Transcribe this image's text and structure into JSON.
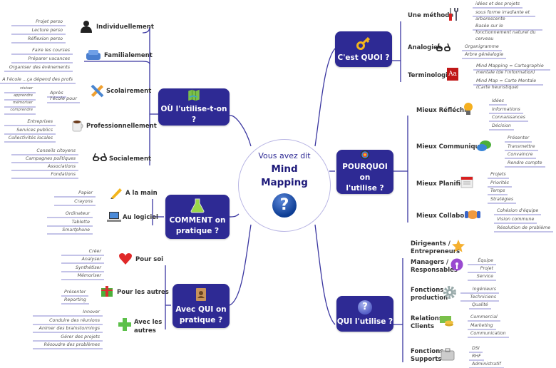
{
  "center": {
    "subtitle": "Vous avez dit",
    "title_line1": "Mind",
    "title_line2": "Mapping",
    "icon": "question-icon"
  },
  "colors": {
    "node_bg": "#2e2a94",
    "line": "#3a36a0",
    "leaf_line": "#8a87d0",
    "center_text": "#1e1a7a"
  },
  "nodes": {
    "ou": {
      "label": "OÙ l'utilise-t-on ?",
      "icon": "map-icon",
      "branches": [
        {
          "label": "Individuellement",
          "icon": "person-icon",
          "leaves": [
            "Projet perso",
            "Lecture perso",
            "Réflexion perso"
          ]
        },
        {
          "label": "Familialement",
          "icon": "sofa-icon",
          "leaves": [
            "Faire les courses",
            "Préparer vacances",
            "Organiser des événements"
          ]
        },
        {
          "label": "Scolairement",
          "icon": "pencil-ruler-icon",
          "leaves": [
            "A l'école ...ça dépend des profs"
          ],
          "sub": {
            "label_line1": "Après",
            "label_line2": "l'école pour",
            "leaves": [
              "réviser",
              "apprendre",
              "mémoriser",
              "comprendre"
            ]
          }
        },
        {
          "label": "Professionnellement",
          "icon": "coffee-cup-icon",
          "leaves": [
            "Entreprises",
            "Services publics",
            "Collectivités locales"
          ]
        },
        {
          "label": "Socialement",
          "icon": "glasses-icon",
          "leaves": [
            "Conseils citoyens",
            "Campagnes politiques",
            "Associations",
            "Fondations"
          ]
        }
      ]
    },
    "comment": {
      "label_line1": "COMMENT on",
      "label_line2": "pratique ?",
      "icon": "flask-icon",
      "branches": [
        {
          "label": "A la main",
          "icon": "pencil-icon",
          "leaves": [
            "Papier",
            "Crayons"
          ]
        },
        {
          "label": "Au logiciel",
          "icon": "laptop-icon",
          "leaves": [
            "Ordinateur",
            "Tablette",
            "Smartphone"
          ]
        }
      ]
    },
    "avecqui": {
      "label_line1": "Avec QUI on",
      "label_line2": "pratique ?",
      "icon": "address-book-icon",
      "branches": [
        {
          "label": "Pour soi",
          "icon": "heart-icon",
          "leaves": [
            "Créer",
            "Analyser",
            "Synthétiser",
            "Mémoriser"
          ]
        },
        {
          "label": "Pour les autres",
          "icon": "gift-icon",
          "leaves": [
            "Présenter",
            "Reporting"
          ]
        },
        {
          "label_line1": "Avec les",
          "label_line2": "autres",
          "icon": "plus-icon",
          "leaves": [
            "Innover",
            "Conduire des réunions",
            "Animer des brainstormings",
            "Gérer des projets",
            "Résoudre des problèmes"
          ]
        }
      ]
    },
    "quoi": {
      "label": "C'est QUOI ?",
      "icon": "key-icon",
      "branches": [
        {
          "label": "Une méthode",
          "icon": "tools-icon",
          "leaves": [
            "idées et des projets",
            "sous forme irradiante et arborescente",
            "Basée sur le fonctionnement naturel du cerveau"
          ]
        },
        {
          "label": "Analogies",
          "icon": "glasses-icon",
          "leaves": [
            "Organigramme",
            "Arbre généalogie"
          ]
        },
        {
          "label": "Terminologie",
          "icon": "dictionary-icon",
          "leaves": [
            "Mind Mapping = Cartographie mentale (de l'information)",
            "Mind Map = Carte Mentale (Carte heuristique)"
          ]
        }
      ]
    },
    "pourquoi": {
      "label_line1": "POURQUOI on",
      "label_line2": "l'utilise ?",
      "icon": "target-icon",
      "branches": [
        {
          "label": "Mieux Réfléchir",
          "icon": "lightbulb-icon",
          "leaves": [
            "Idées",
            "Informations",
            "Connaissances",
            "Décision"
          ]
        },
        {
          "label": "Mieux Communiquer",
          "icon": "chat-bubbles-icon",
          "leaves": [
            "Présenter",
            "Transmettre",
            "Convaincre",
            "Rendre compte"
          ]
        },
        {
          "label": "Mieux Planifier",
          "icon": "calendar-icon",
          "leaves": [
            "Projets",
            "Priorités",
            "Temps",
            "Stratégies"
          ]
        },
        {
          "label": "Mieux Collaborer",
          "icon": "handshake-icon",
          "leaves": [
            "Cohésion d'équipe",
            "Vision commune",
            "Résolution de problème"
          ]
        }
      ]
    },
    "qui": {
      "label": "QUI l'utilise ?",
      "icon": "question-icon",
      "branches": [
        {
          "label_line1": "Dirigeants /",
          "label_line2": "Entrepreneurs",
          "icon": "star-icon",
          "leaves": []
        },
        {
          "label_line1": "Managers /",
          "label_line2": "Responsables",
          "icon": "podcast-icon",
          "leaves": [
            "Équipe",
            "Projet",
            "Service"
          ]
        },
        {
          "label_line1": "Fonctions",
          "label_line2": "production",
          "icon": "gear-icon",
          "leaves": [
            "Ingénieurs",
            "Techniciens",
            "Qualité"
          ]
        },
        {
          "label_line1": "Relations",
          "label_line2": "Clients",
          "icon": "money-icon",
          "leaves": [
            "Commercial",
            "Marketing",
            "Communication"
          ]
        },
        {
          "label_line1": "Fonctions",
          "label_line2": "Supports",
          "icon": "briefcase-icon",
          "leaves": [
            "DSI",
            "RHF",
            "Administratif"
          ]
        }
      ]
    }
  }
}
